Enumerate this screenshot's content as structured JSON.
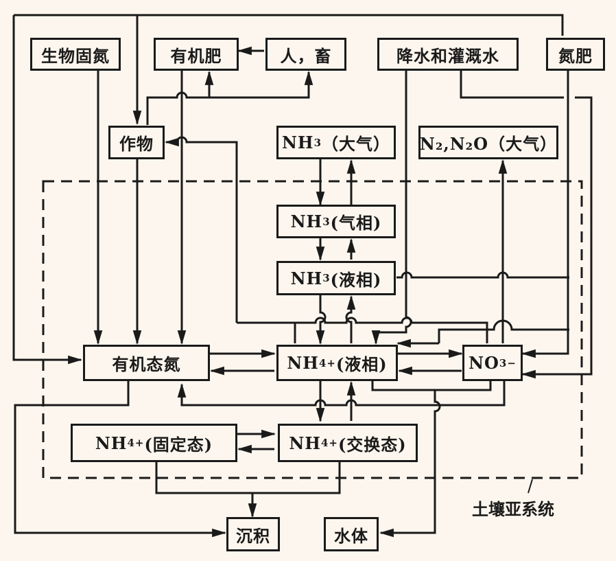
{
  "diagram": {
    "title": "土壤-植物-大气系统中的氮素循环",
    "subsystem_label": "土壤亚系统",
    "nodes": {
      "biological_fixation": "生物固氮",
      "organic_manure": "有机肥",
      "human_livestock": "人，畜",
      "precipitation_irrigation": "降水和灌溉水",
      "n_fertilizer": "氮肥",
      "crop": "作物",
      "nh3_atm_main": "NH",
      "nh3_atm_sub": "3",
      "nh3_atm_tail": "（大气）",
      "n2_atm": "N₂,N₂O（大气）",
      "nh3_gas_main": "NH",
      "nh3_gas_sub": "3",
      "nh3_gas_tail": "(气相)",
      "nh3_liq_main": "NH",
      "nh3_liq_sub": "3",
      "nh3_liq_tail": "(液相)",
      "organic_n": "有机态氮",
      "nh4_liq_main": "NH",
      "nh4_liq_sub": "4",
      "nh4_liq_sup": "+",
      "nh4_liq_tail": "(液相)",
      "no3_main": "NO",
      "no3_sub": "3",
      "no3_sup": "−",
      "nh4_fixed_main": "NH",
      "nh4_fixed_sub": "4",
      "nh4_fixed_sup": "+",
      "nh4_fixed_tail": "(固定态)",
      "nh4_exch_main": "NH",
      "nh4_exch_sub": "4",
      "nh4_exch_sup": "+",
      "nh4_exch_tail": "(交换态)",
      "sediment": "沉积",
      "water_body": "水体"
    }
  }
}
